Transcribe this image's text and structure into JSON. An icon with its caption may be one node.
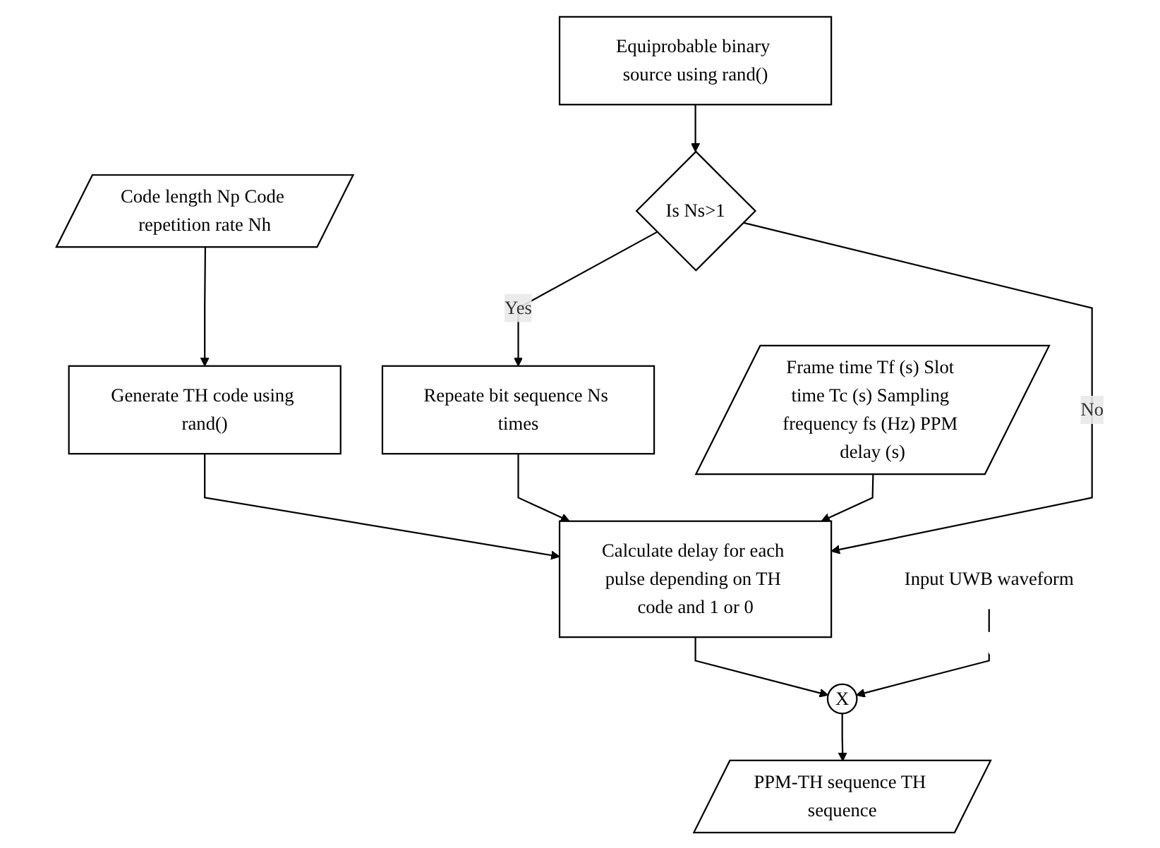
{
  "diagram": {
    "nodes": [
      {
        "text": [
          "Code length Np Code repetition rate Nh"
        ]
      },
      {
        "text": [
          "Equiprobable binary source using rand()"
        ]
      },
      {
        "text": [
          "Generate TH code using rand()"
        ]
      },
      {
        "text": [
          "Is Ns>1"
        ]
      },
      {
        "text": [
          "Repeate bit sequence Ns times"
        ]
      },
      {
        "text": [
          "Frame time Tf (s) Slot time Tc (s) Sampling frequency fs (Hz) PPM delay (s)"
        ]
      },
      {
        "text": [
          "Calculate delay for each pulse depending on TH code and 1 or 0"
        ]
      },
      {
        "text": [
          "X"
        ]
      },
      {
        "text": [
          "Input UWB waveform"
        ]
      },
      {
        "text": [
          "PPM-TH sequence TH sequence"
        ]
      }
    ],
    "edges": [
      {
        "from": 0,
        "to": 2,
        "arrow": "to"
      },
      {
        "from": 1,
        "to": 3,
        "arrow": "to"
      },
      {
        "from": 3,
        "to": 4,
        "arrow": "to",
        "label": "Yes"
      },
      {
        "from": 3,
        "to": 6,
        "arrow": "to",
        "label": "No"
      },
      {
        "from": 2,
        "to": 6,
        "arrow": "to"
      },
      {
        "from": 4,
        "to": 6,
        "arrow": "to"
      },
      {
        "from": 5,
        "to": 6,
        "arrow": "to"
      },
      {
        "from": 6,
        "to": 7,
        "arrow": "to"
      },
      {
        "from": 7,
        "to": 9,
        "arrow": "to"
      },
      {
        "from": 8,
        "to": 7,
        "arrow": "to"
      }
    ]
  }
}
